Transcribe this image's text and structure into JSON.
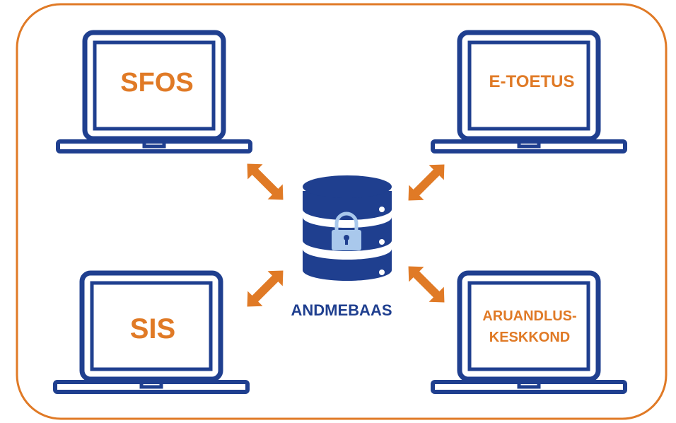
{
  "diagram": {
    "database_label": "ANDMEBAAS",
    "systems": {
      "top_left": "SFOS",
      "top_right": "E-TOETUS",
      "bottom_left": "SIS",
      "bottom_right_line1": "ARUANDLUS-",
      "bottom_right_line2": "KESKKOND"
    }
  },
  "colors": {
    "frame": "#E07A26",
    "laptop": "#1F3F8F",
    "label": "#E07A26",
    "arrow": "#E07A26",
    "database": "#1F3F8F",
    "lock": "#A9C8EC"
  },
  "icons": [
    "laptop-icon",
    "database-icon",
    "lock-icon",
    "double-arrow-icon"
  ]
}
